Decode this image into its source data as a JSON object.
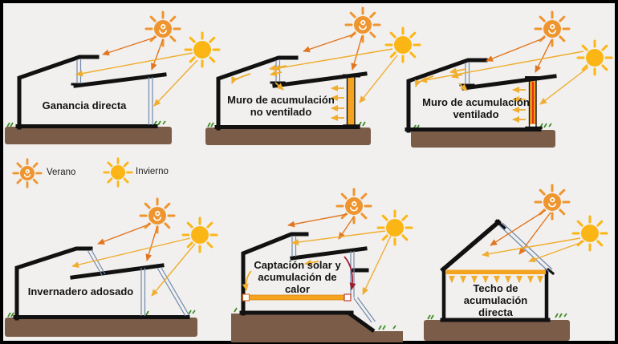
{
  "figure": {
    "background": "#f1f0ee",
    "border_color": "#000000"
  },
  "legend": {
    "summer_label": "Verano",
    "winter_label": "Invierno"
  },
  "colors": {
    "summer_sun": "#ef952f",
    "winter_sun": "#fbb616",
    "summer_arrow": "#e2751f",
    "winter_arrow": "#f0ad2e",
    "ground_brown": "#7b5c49",
    "grass_green": "#3f8d25",
    "glazing_blue": "#7189ad",
    "accumulator_orange": "#f5a31f",
    "vent_red": "#e53012",
    "annotation_red": "#9b1c2e",
    "outline_black": "#111111"
  },
  "panels": [
    {
      "id": "ganancia-directa",
      "title": "Ganancia directa"
    },
    {
      "id": "muro-no-ventilado",
      "title": "Muro de acumulación\nno ventilado"
    },
    {
      "id": "muro-ventilado",
      "title": "Muro de acumulación\nventilado"
    },
    {
      "id": "invernadero-adosado",
      "title": "Invernadero adosado"
    },
    {
      "id": "captacion-solar",
      "title": "Captación solar y\nacumulación de\ncalor"
    },
    {
      "id": "techo-acumulacion",
      "title": "Techo de\nacumulación\ndirecta"
    }
  ]
}
